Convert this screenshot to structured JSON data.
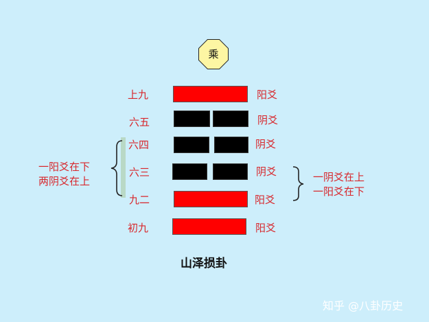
{
  "badge": {
    "text": "乘"
  },
  "lines": [
    {
      "position": "上九",
      "type": "yang",
      "type_label": "阳爻"
    },
    {
      "position": "六五",
      "type": "yin",
      "type_label": "阴爻"
    },
    {
      "position": "六四",
      "type": "yin",
      "type_label": "阴爻"
    },
    {
      "position": "六三",
      "type": "yin",
      "type_label": "阴爻"
    },
    {
      "position": "九二",
      "type": "yang",
      "type_label": "阳爻"
    },
    {
      "position": "初九",
      "type": "yang",
      "type_label": "阳爻"
    }
  ],
  "left_note": {
    "line1": "一阳爻在下",
    "line2": "两阴爻在上"
  },
  "right_note": {
    "line1": "一阴爻在上",
    "line2": "一阳爻在下"
  },
  "title": "山泽损卦",
  "watermark": "知乎 @八卦历史",
  "colors": {
    "background": "#cdeefb",
    "yang": "#ff0000",
    "yin": "#000000",
    "text": "#d8262b",
    "badge": "#fdf6a3"
  }
}
